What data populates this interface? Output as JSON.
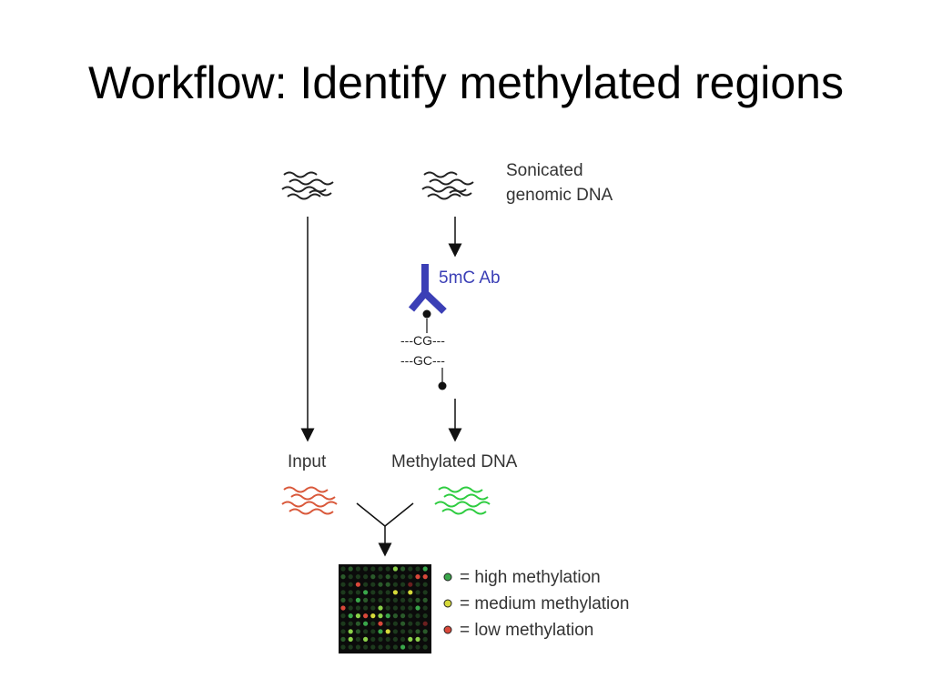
{
  "slide": {
    "title": "Workflow: Identify methylated regions"
  },
  "diagram": {
    "sonicated_label_line1": "Sonicated",
    "sonicated_label_line2": "genomic DNA",
    "antibody_label": "5mC Ab",
    "cg_line": "---CG---",
    "gc_line": "---GC---",
    "input_label": "Input",
    "methylated_label": "Methylated DNA",
    "colors": {
      "antibody": "#3b3fb6",
      "input_dna": "#d9583a",
      "methylated_dna": "#2ecc40",
      "array_bg": "#0b0b0b"
    }
  },
  "legend": {
    "items": [
      {
        "text": "= high methylation",
        "dot_color": "#3aa64a"
      },
      {
        "text": "= medium methylation",
        "dot_color": "#d6d93a"
      },
      {
        "text": "= low methylation",
        "dot_color": "#d9483a"
      }
    ]
  }
}
